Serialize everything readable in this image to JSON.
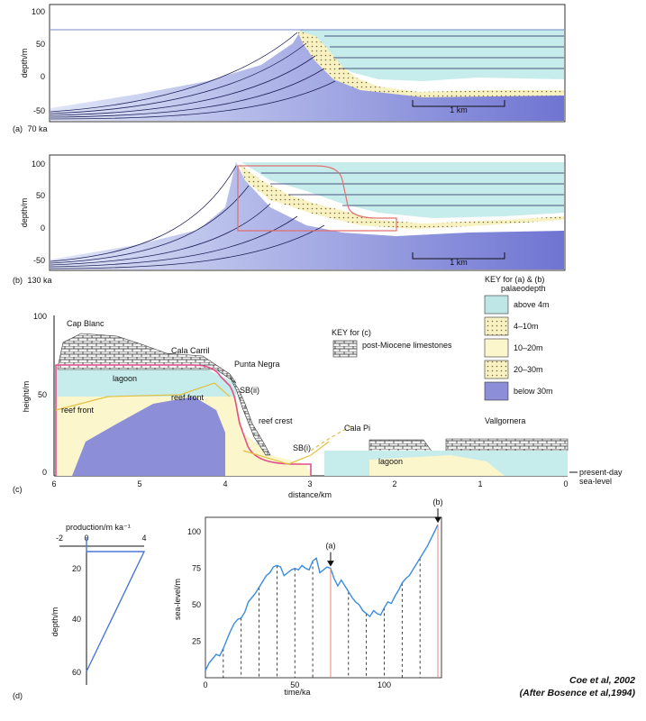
{
  "panel_a": {
    "label": "(a)",
    "age": "70 ka",
    "ylabel": "depth/m",
    "yticks": [
      "100",
      "50",
      "0",
      "-50"
    ],
    "scalebar": "1 km"
  },
  "panel_b": {
    "label": "(b)",
    "age": "130 ka",
    "ylabel": "depth/m",
    "yticks": [
      "100",
      "50",
      "0",
      "-50"
    ],
    "scalebar": "1 km"
  },
  "key_ab": {
    "title": "KEY for (a) & (b)",
    "subtitle": "palaeodepth",
    "items": [
      {
        "label": "above 4m",
        "color": "#bfe6e6"
      },
      {
        "label": "4–10m",
        "color": "#f6efb8"
      },
      {
        "label": "10–20m",
        "color": "#fbf6cc"
      },
      {
        "label": "20–30m",
        "color": "#f3e7b0"
      },
      {
        "label": "below 30m",
        "color": "#8c8fd8"
      }
    ]
  },
  "panel_c": {
    "label": "(c)",
    "ylabel": "height/m",
    "xlabel": "distance/km",
    "yticks": [
      "100",
      "50",
      "0"
    ],
    "xticks": [
      "6",
      "5",
      "4",
      "3",
      "2",
      "1",
      "0"
    ],
    "key_title": "KEY for (c)",
    "key_item": "post-Miocene limestones",
    "places": {
      "cap_blanc": "Cap Blanc",
      "cala_carril": "Cala Carril",
      "punta_negra": "Punta Negra",
      "cala_pi": "Cala Pi",
      "vallgornera": "Vallgornera"
    },
    "labels": {
      "lagoon": "lagoon",
      "lagoon2": "lagoon",
      "reef_front": "reef front",
      "reef_front2": "reef front",
      "reef_crest": "reef crest",
      "sb_ii": "SB(ii)",
      "sb_i": "SB(i)",
      "present_day": "present-day",
      "sea_level": "sea-level"
    }
  },
  "panel_d": {
    "label": "(d)",
    "production": {
      "xlabel": "production/m ka⁻¹",
      "xticks": [
        "-2",
        "0",
        "4"
      ],
      "ylabel": "depth/m",
      "yticks": [
        "20",
        "40",
        "60"
      ]
    },
    "sealevel": {
      "xlabel": "time/ka",
      "ylabel": "sea-level/m",
      "xticks": [
        "0",
        "50",
        "100"
      ],
      "xtick_values": [
        0,
        50,
        100
      ],
      "yticks": [
        "25",
        "50",
        "75",
        "100"
      ],
      "ytick_values": [
        25,
        50,
        75,
        100
      ],
      "marker_a": "(a)",
      "marker_b": "(b)",
      "marker_a_time": 70,
      "marker_b_time": 130,
      "dashed_times": [
        10,
        20,
        30,
        40,
        50,
        60,
        80,
        90,
        100,
        110,
        120
      ]
    }
  },
  "chart_data": {
    "type": "line",
    "title": "",
    "xlabel": "time/ka",
    "ylabel": "sea-level/m",
    "xlim": [
      0,
      132
    ],
    "ylim": [
      0,
      110
    ],
    "x": [
      0,
      2,
      4,
      6,
      8,
      10,
      12,
      14,
      16,
      18,
      20,
      22,
      24,
      26,
      28,
      30,
      32,
      34,
      36,
      38,
      40,
      42,
      44,
      46,
      48,
      50,
      52,
      54,
      56,
      58,
      60,
      62,
      64,
      66,
      68,
      70,
      72,
      74,
      76,
      78,
      80,
      82,
      84,
      86,
      88,
      90,
      92,
      94,
      96,
      98,
      100,
      102,
      104,
      106,
      108,
      110,
      112,
      114,
      116,
      118,
      120,
      122,
      124,
      126,
      128,
      130
    ],
    "series": [
      {
        "values": [
          5,
          10,
          13,
          16,
          15,
          20,
          26,
          32,
          37,
          40,
          41,
          45,
          52,
          55,
          58,
          62,
          66,
          70,
          72,
          76,
          77,
          76,
          70,
          72,
          74,
          75,
          74,
          77,
          75,
          74,
          80,
          82,
          72,
          74,
          76,
          75,
          68,
          63,
          67,
          63,
          59,
          55,
          52,
          50,
          46,
          44,
          42,
          46,
          44,
          43,
          48,
          52,
          51,
          56,
          60,
          65,
          68,
          70,
          74,
          78,
          82,
          86,
          90,
          95,
          100,
          105
        ]
      }
    ]
  },
  "citation": {
    "line1": "Coe et al, 2002",
    "line2": "(After Bosence et al,1994)"
  }
}
